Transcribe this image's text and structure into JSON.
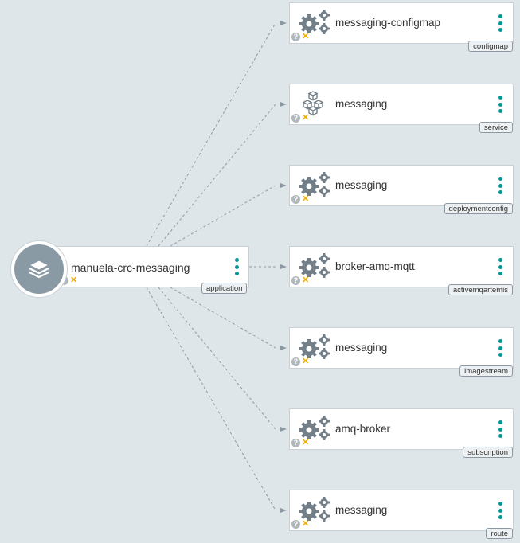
{
  "application": {
    "name": "manuela-crc-messaging",
    "type_label": "application",
    "icon": "layers-icon"
  },
  "nodes": [
    {
      "name": "messaging-configmap",
      "type_label": "configmap",
      "icon": "gears-icon"
    },
    {
      "name": "messaging",
      "type_label": "service",
      "icon": "service-cubes-icon"
    },
    {
      "name": "messaging",
      "type_label": "deploymentconfig",
      "icon": "gears-icon"
    },
    {
      "name": "broker-amq-mqtt",
      "type_label": "activemqartemis",
      "icon": "gears-icon"
    },
    {
      "name": "messaging",
      "type_label": "imagestream",
      "icon": "gears-icon"
    },
    {
      "name": "amq-broker",
      "type_label": "subscription",
      "icon": "gears-icon"
    },
    {
      "name": "messaging",
      "type_label": "route",
      "icon": "gears-icon"
    }
  ],
  "status_symbols": {
    "unknown": "?",
    "error": "✕"
  },
  "colors": {
    "kebab": "#009596",
    "warning": "#f0ab00",
    "app_circle": "#8a9aa4"
  }
}
